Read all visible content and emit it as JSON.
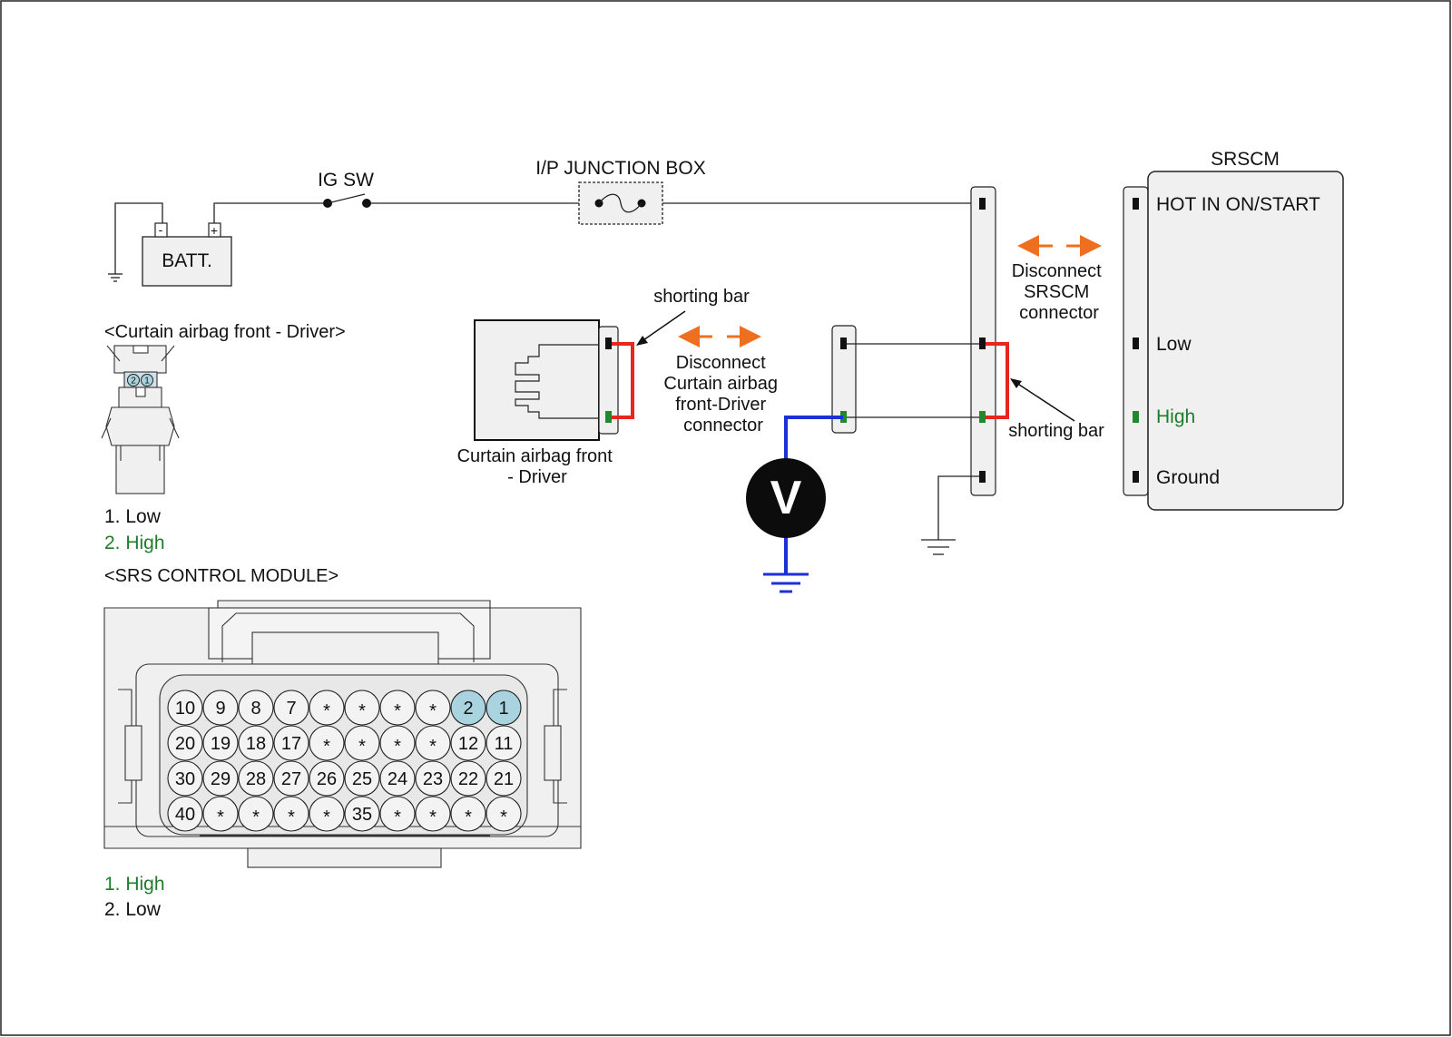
{
  "labels": {
    "ig_sw": "IG SW",
    "ip_junction_box": "I/P JUNCTION BOX",
    "batt": "BATT.",
    "batt_minus": "-",
    "batt_plus": "+",
    "srscm_title": "SRSCM",
    "hot_in": "HOT IN ON/START",
    "low": "Low",
    "high": "High",
    "ground": "Ground",
    "disconnect_srscm": [
      "Disconnect",
      "SRSCM",
      "connector"
    ],
    "disconnect_curtain": [
      "Disconnect",
      "Curtain airbag",
      "front-Driver",
      "connector"
    ],
    "shorting_bar_left": "shorting bar",
    "shorting_bar_right": "shorting bar",
    "curtain_component": [
      "Curtain airbag front",
      "- Driver"
    ],
    "voltmeter": "V"
  },
  "curtain_connector": {
    "title": "<Curtain airbag front - Driver>",
    "pins": [
      "2",
      "1"
    ],
    "legend": [
      {
        "text": "1. Low",
        "color": "#111111"
      },
      {
        "text": "2. High",
        "color": "#1e7d2a"
      }
    ]
  },
  "srs_module_connector": {
    "title": "<SRS CONTROL MODULE>",
    "rows": [
      [
        "10",
        "9",
        "8",
        "7",
        "*",
        "*",
        "*",
        "*",
        "2",
        "1"
      ],
      [
        "20",
        "19",
        "18",
        "17",
        "*",
        "*",
        "*",
        "*",
        "12",
        "11"
      ],
      [
        "30",
        "29",
        "28",
        "27",
        "26",
        "25",
        "24",
        "23",
        "22",
        "21"
      ],
      [
        "40",
        "*",
        "*",
        "*",
        "*",
        "35",
        "*",
        "*",
        "*",
        "*"
      ]
    ],
    "highlighted_pins": [
      "1",
      "2"
    ],
    "legend": [
      {
        "text": "1. High",
        "color": "#1e7d2a"
      },
      {
        "text": "2. Low",
        "color": "#111111"
      }
    ]
  },
  "colors": {
    "shorting_bar": "#e8261f",
    "probe_wire": "#1f2fd8",
    "disconnect_arrow": "#ee6f1f",
    "high_terminal": "#1e8a2a",
    "pin_highlight": "#a9d3df",
    "pin_fill": "#f3f3f3",
    "housing_fill": "#f0f0f0"
  }
}
